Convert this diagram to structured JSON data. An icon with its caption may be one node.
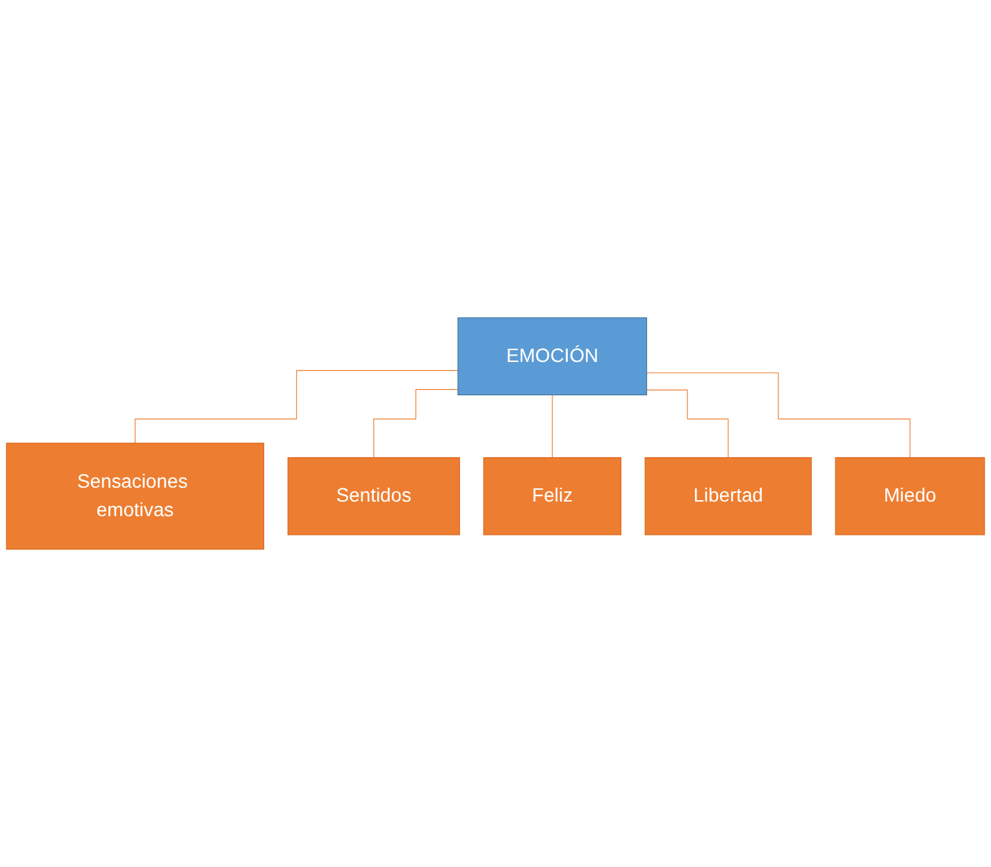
{
  "diagram": {
    "nodes": [
      {
        "text": [
          "EMOCIÓN"
        ]
      },
      {
        "text": [
          "Sensaciones emotivas"
        ]
      },
      {
        "text": [
          "Sentidos"
        ]
      },
      {
        "text": [
          "Feliz"
        ]
      },
      {
        "text": [
          "Libertad"
        ]
      },
      {
        "text": [
          "Miedo"
        ]
      }
    ],
    "edges": [
      {
        "from": 0,
        "to": 1,
        "arrow": "none"
      },
      {
        "from": 0,
        "to": 2,
        "arrow": "none"
      },
      {
        "from": 0,
        "to": 3,
        "arrow": "none"
      },
      {
        "from": 0,
        "to": 4,
        "arrow": "none"
      },
      {
        "from": 0,
        "to": 5,
        "arrow": "none"
      }
    ]
  }
}
